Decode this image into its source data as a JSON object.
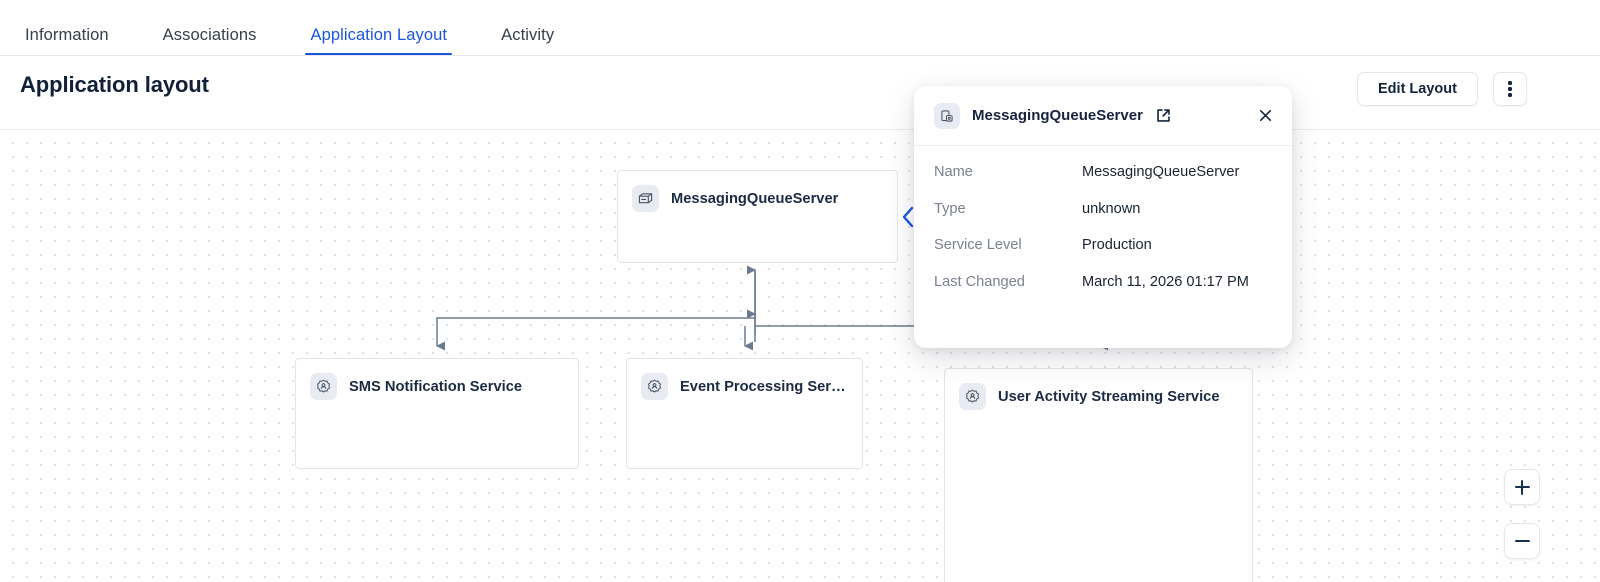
{
  "tabs": [
    {
      "label": "Information",
      "active": false
    },
    {
      "label": "Associations",
      "active": false
    },
    {
      "label": "Application Layout",
      "active": true
    },
    {
      "label": "Activity",
      "active": false
    }
  ],
  "header": {
    "title": "Application layout",
    "edit_label": "Edit Layout",
    "kebab_icon": "more-vertical-icon"
  },
  "canvas": {
    "nodes": [
      {
        "id": "hub",
        "label": "MessagingQueueServer",
        "icon": "server-box-icon"
      },
      {
        "id": "sms",
        "label": "SMS Notification Service",
        "icon": "service-gear-icon"
      },
      {
        "id": "evt",
        "label": "Event Processing Ser…",
        "icon": "service-gear-icon"
      },
      {
        "id": "usr",
        "label": "User Activity Streaming Service",
        "icon": "service-gear-icon"
      }
    ],
    "collapse_icon": "chevron-left-icon",
    "zoom_in_icon": "plus-icon",
    "zoom_out_icon": "minus-icon",
    "edge_color": "#6b7b8c",
    "dot_color": "#d7d9de"
  },
  "popover": {
    "icon": "device-detail-icon",
    "title": "MessagingQueueServer",
    "external_icon": "external-link-icon",
    "close_icon": "close-icon",
    "rows": [
      {
        "key": "Name",
        "value": "MessagingQueueServer"
      },
      {
        "key": "Type",
        "value": "unknown"
      },
      {
        "key": "Service Level",
        "value": "Production"
      },
      {
        "key": "Last Changed",
        "value": "March 11, 2026 01:17 PM"
      }
    ]
  },
  "colors": {
    "accent": "#1a56db",
    "title": "#0f2038",
    "muted": "#7b828d"
  }
}
